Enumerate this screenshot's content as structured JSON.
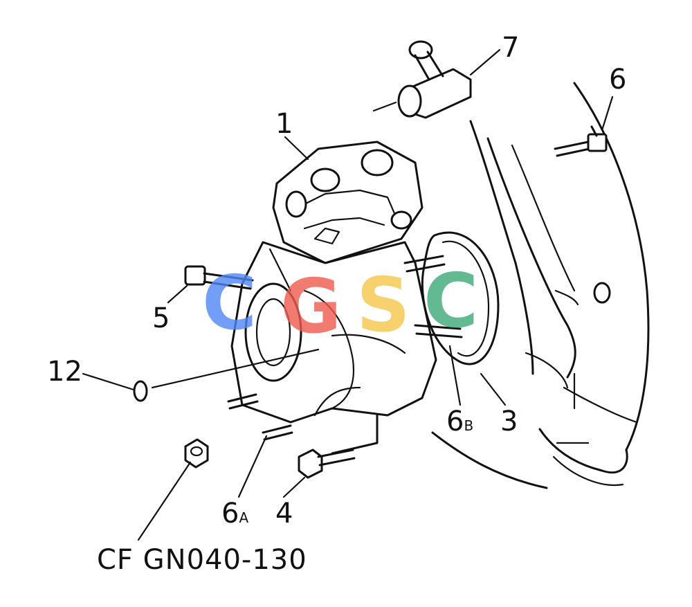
{
  "diagram": {
    "reference_code": "CF GN040-130",
    "callouts": [
      {
        "id": "c1",
        "label": "1"
      },
      {
        "id": "c3",
        "label": "3"
      },
      {
        "id": "c4",
        "label": "4"
      },
      {
        "id": "c5",
        "label": "5"
      },
      {
        "id": "c6",
        "label": "6"
      },
      {
        "id": "c6a",
        "label": "6",
        "suffix": "A"
      },
      {
        "id": "c6b",
        "label": "6",
        "suffix": "B"
      },
      {
        "id": "c7",
        "label": "7"
      },
      {
        "id": "c12",
        "label": "12"
      }
    ]
  },
  "watermark": {
    "letters": [
      "C",
      "G",
      "S",
      "C"
    ],
    "colors": [
      "#4f86f7",
      "#ee5b4e",
      "#f6c64a",
      "#3daa78"
    ]
  }
}
